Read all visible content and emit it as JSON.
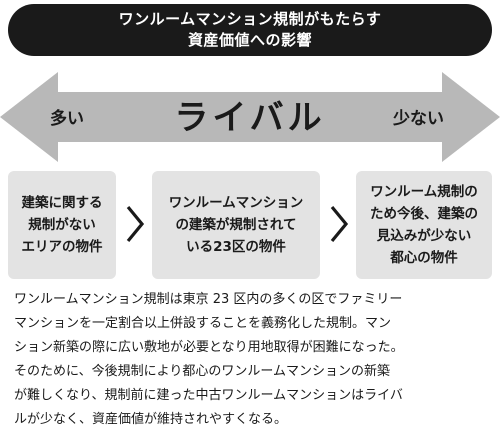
{
  "title": {
    "line1": "ワンルームマンション規制がもたらす",
    "line2": "資産価値への影響"
  },
  "arrow": {
    "left_label": "多い",
    "center_label": "ライバル",
    "right_label": "少ない"
  },
  "boxes": [
    {
      "lines": [
        "建築に関する",
        "規制がない",
        "エリアの物件"
      ]
    },
    {
      "lines": [
        "ワンルームマンション",
        "の建築が規制されて",
        "いる23区の物件"
      ]
    },
    {
      "lines": [
        "ワンルーム規制の",
        "ため今後、建築の",
        "見込みが少ない",
        "都心の物件"
      ]
    }
  ],
  "description": {
    "lines": [
      "ワンルームマンション規制は東京 23 区内の多くの区でファミリー",
      "マンションを一定割合以上併設することを義務化した規制。マン",
      "ション新築の際に広い敷地が必要となり用地取得が困難になった。",
      "そのために、今後規制により都心のワンルームマンションの新築",
      "が難しくなり、規制前に建った中古ワンルームマンションはライバ",
      "ルが少なく、資産価値が維持されやすくなる。"
    ]
  },
  "colors": {
    "title_background": "#1a1a1a",
    "arrow_fill": "#b8b8b8",
    "box_fill": "#e3e3e3",
    "text": "#1a1a1a"
  },
  "icons": {
    "arrow": "double-headed-arrow",
    "chevron": "chevron-right-icon"
  }
}
